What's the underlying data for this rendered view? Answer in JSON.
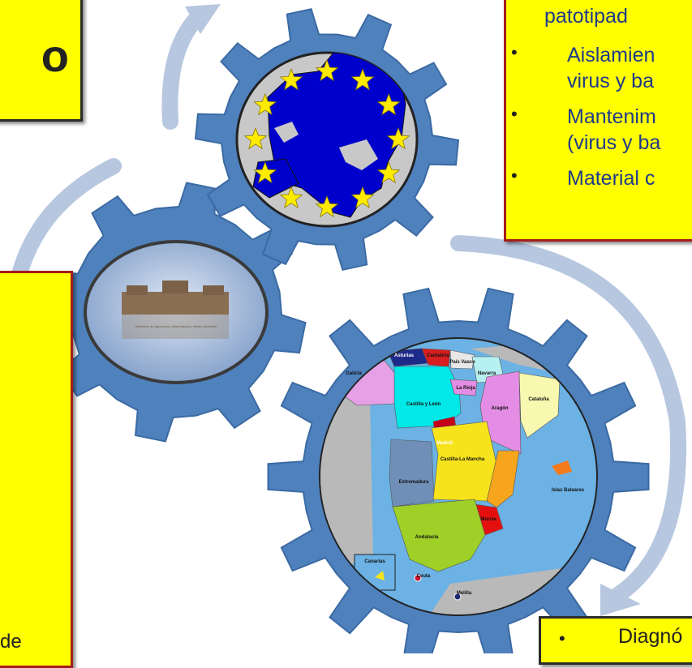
{
  "title_box": {
    "text": "o"
  },
  "right_box": {
    "line1": "patotipad",
    "bullets": [
      {
        "text": "Aislamien",
        "cont": "virus y ba"
      },
      {
        "text": "Mantenim",
        "cont": "(virus y ba"
      },
      {
        "text": "Material c",
        "cont": ""
      }
    ]
  },
  "bottom_box": {
    "bullet": "Diagnó"
  },
  "left_fragment": "de",
  "ministry_caption": "Ministerio de Agricultura, Alimentación y Medio Ambiente",
  "spain_map": {
    "regions": [
      "Asturias",
      "Cantabria",
      "País Vasco",
      "Navarra",
      "Galicia",
      "Castilla y León",
      "La Rioja",
      "Aragón",
      "Cataluña",
      "Madrid",
      "Extremadura",
      "Castilla-La Mancha",
      "Islas Baleares",
      "Andalucía",
      "Murcia",
      "Canarias",
      "Ceuta",
      "Melilla"
    ]
  },
  "colors": {
    "box_fill": "#ffff00",
    "bullet_text": "#1f3a8a",
    "gear": "#4f81bd",
    "arrow": "#b7c7e0",
    "eu_blue": "#0000cc",
    "eu_star": "#ffeb00"
  }
}
